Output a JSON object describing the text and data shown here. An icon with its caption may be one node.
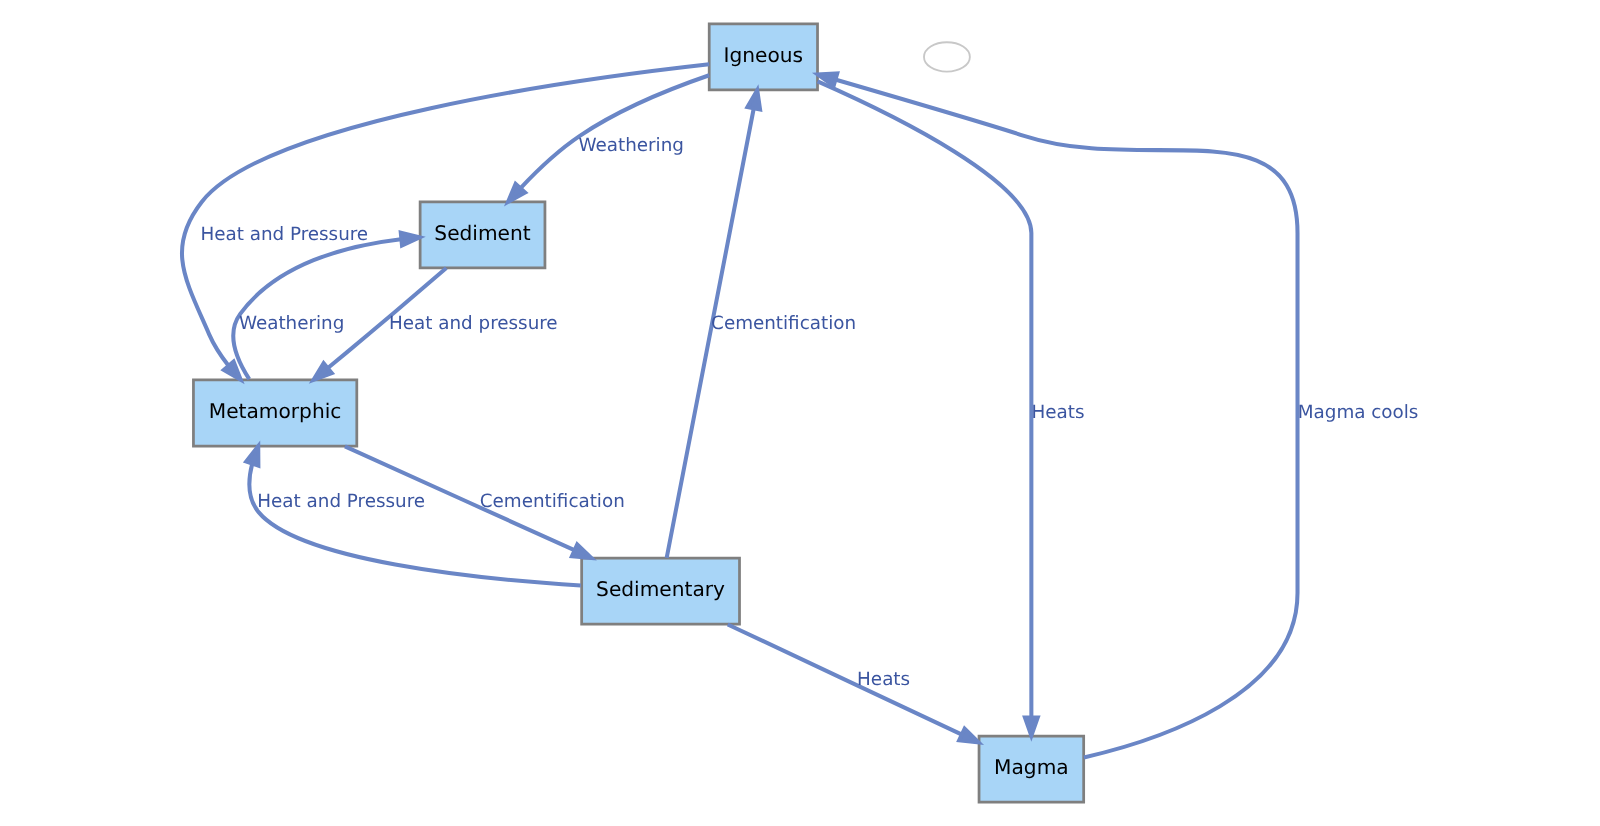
{
  "diagram": {
    "nodes": [
      {
        "text": [
          "Igneous"
        ]
      },
      {
        "text": [
          "Sediment"
        ]
      },
      {
        "text": [
          "Magma"
        ]
      },
      {
        "text": [
          "Sedimentary"
        ]
      },
      {
        "text": [
          "Metamorphic"
        ]
      },
      {
        "text": [],
        "shape": "cloud"
      }
    ],
    "edges": [
      {
        "from": 0,
        "to": 2,
        "arrow": "to",
        "label": "Heats"
      },
      {
        "from": 2,
        "to": 0,
        "arrow": "to",
        "label": "Magma cools"
      },
      {
        "from": 0,
        "to": 1,
        "arrow": "to",
        "label": "Weathering"
      },
      {
        "from": 1,
        "to": 4,
        "arrow": "to",
        "label": "Heat and pressure"
      },
      {
        "from": 4,
        "to": 1,
        "arrow": "to",
        "label": "Weathering"
      },
      {
        "from": 3,
        "to": 2,
        "arrow": "to",
        "label": "Heats"
      },
      {
        "from": 0,
        "to": 4,
        "arrow": "to",
        "label": "Heat and Pressure"
      },
      {
        "from": 3,
        "to": 0,
        "arrow": "to",
        "label": "Cementification"
      },
      {
        "from": 3,
        "to": 4,
        "arrow": "to",
        "label": "Heat and Pressure"
      },
      {
        "from": 4,
        "to": 3,
        "arrow": "to",
        "label": "Cementification"
      }
    ]
  }
}
